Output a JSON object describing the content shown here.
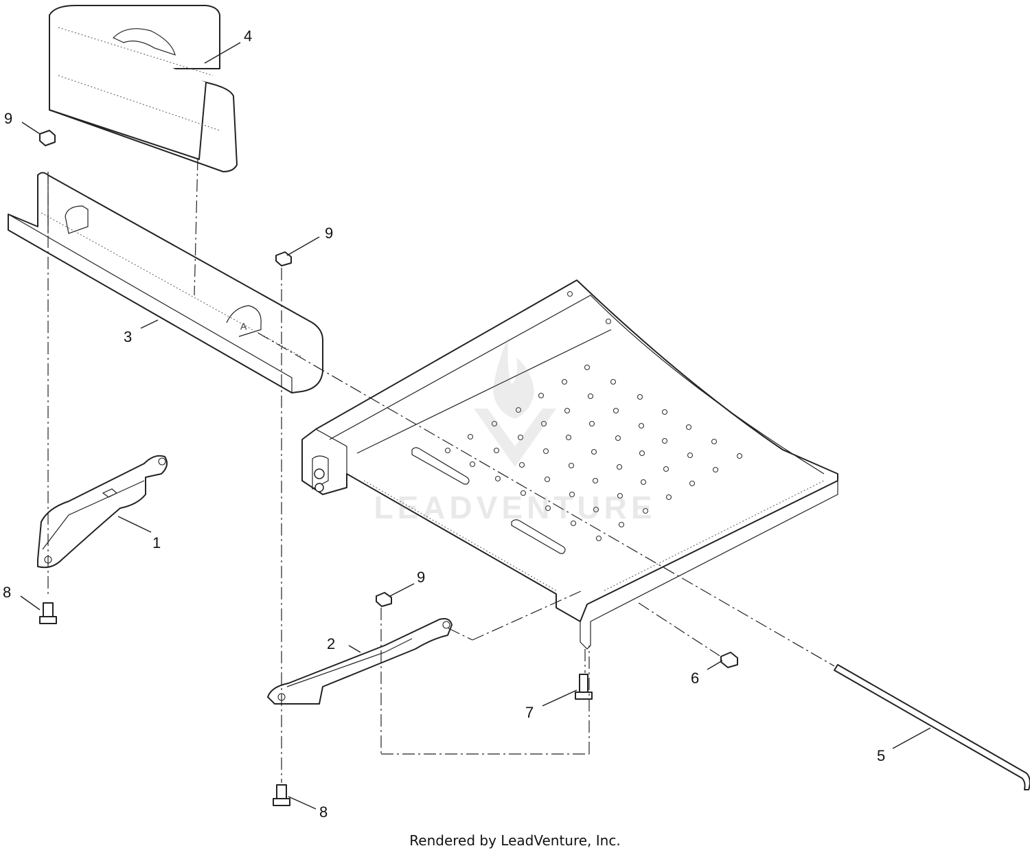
{
  "callouts": {
    "c1": "1",
    "c2": "2",
    "c3": "3",
    "c4": "4",
    "c5": "5",
    "c6": "6",
    "c7": "7",
    "c8a": "8",
    "c8b": "8",
    "c9a": "9",
    "c9b": "9",
    "c9c": "9"
  },
  "watermark": {
    "text": "LEADVENTURE"
  },
  "footer": {
    "text": "Rendered by LeadVenture, Inc."
  }
}
